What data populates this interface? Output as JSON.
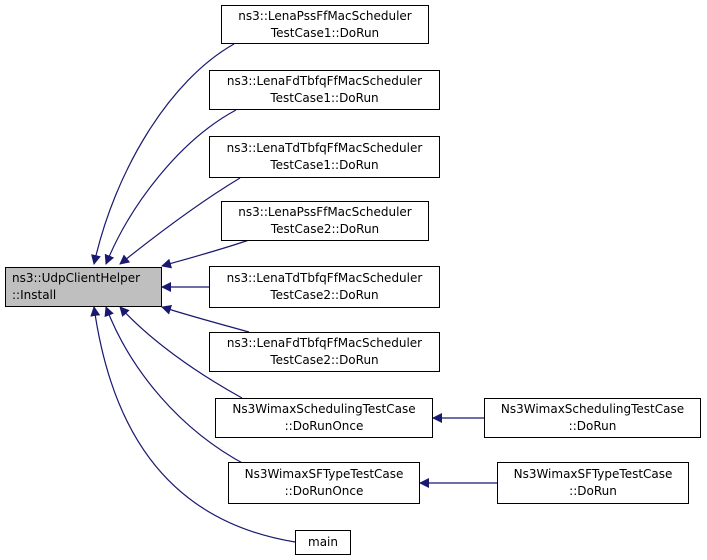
{
  "graph": {
    "root": {
      "line1": "ns3::UdpClientHelper",
      "line2": "::Install",
      "fill": "#bfbfbf"
    },
    "edge_color": "#191970",
    "callers": [
      {
        "id": "pss1",
        "line1": "ns3::LenaPssFfMacScheduler",
        "line2": "TestCase1::DoRun"
      },
      {
        "id": "fdtbfq1",
        "line1": "ns3::LenaFdTbfqFfMacScheduler",
        "line2": "TestCase1::DoRun"
      },
      {
        "id": "tdtbfq1",
        "line1": "ns3::LenaTdTbfqFfMacScheduler",
        "line2": "TestCase1::DoRun"
      },
      {
        "id": "pss2",
        "line1": "ns3::LenaPssFfMacScheduler",
        "line2": "TestCase2::DoRun"
      },
      {
        "id": "tdtbfq2",
        "line1": "ns3::LenaTdTbfqFfMacScheduler",
        "line2": "TestCase2::DoRun"
      },
      {
        "id": "fdtbfq2",
        "line1": "ns3::LenaFdTbfqFfMacScheduler",
        "line2": "TestCase2::DoRun"
      },
      {
        "id": "wimaxsched_once",
        "line1": "Ns3WimaxSchedulingTestCase",
        "line2": "::DoRunOnce"
      },
      {
        "id": "wimaxsf_once",
        "line1": "Ns3WimaxSFTypeTestCase",
        "line2": "::DoRunOnce"
      },
      {
        "id": "main",
        "line1": "main",
        "line2": ""
      }
    ],
    "second_level": [
      {
        "id": "wimaxsched_run",
        "line1": "Ns3WimaxSchedulingTestCase",
        "line2": "::DoRun",
        "calls": "wimaxsched_once"
      },
      {
        "id": "wimaxsf_run",
        "line1": "Ns3WimaxSFTypeTestCase",
        "line2": "::DoRun",
        "calls": "wimaxsf_once"
      }
    ]
  }
}
